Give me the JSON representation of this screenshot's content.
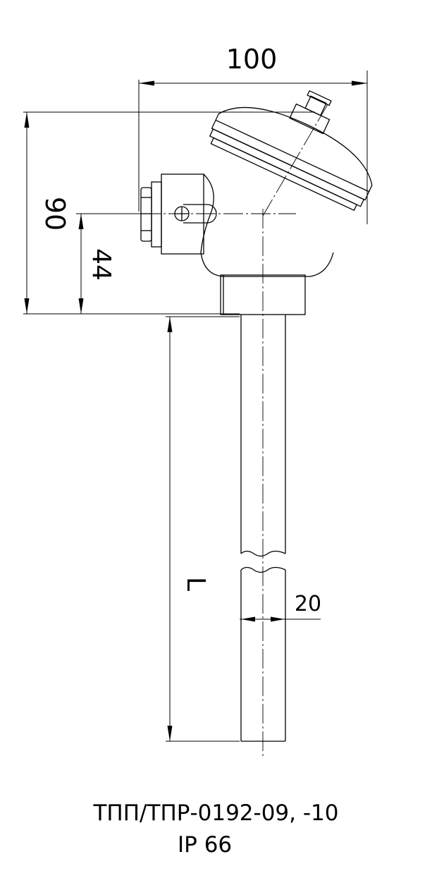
{
  "dimensions": {
    "width": "100",
    "height": "90",
    "axis_height": "44",
    "length": "L",
    "diameter": "20"
  },
  "caption": {
    "model": "ТПП/ТПР-0192-09, -10",
    "protection": "IP 66"
  }
}
